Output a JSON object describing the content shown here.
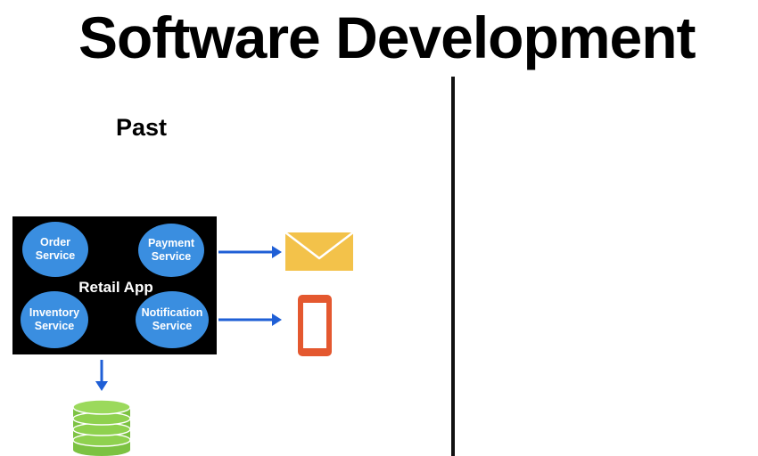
{
  "title": "Software Development",
  "section": {
    "label": "Past"
  },
  "app": {
    "label": "Retail App",
    "services": {
      "order": "Order Service",
      "payment": "Payment Service",
      "inventory": "Inventory Service",
      "notification": "Notification Service"
    }
  },
  "icons": {
    "email": "envelope-icon",
    "phone": "mobile-phone-icon",
    "database": "database-icon"
  },
  "colors": {
    "service_fill": "#3a8ee0",
    "arrow": "#1f5fd6",
    "envelope": "#f3c24a",
    "phone": "#e4582f",
    "database": "#8fd14f"
  }
}
